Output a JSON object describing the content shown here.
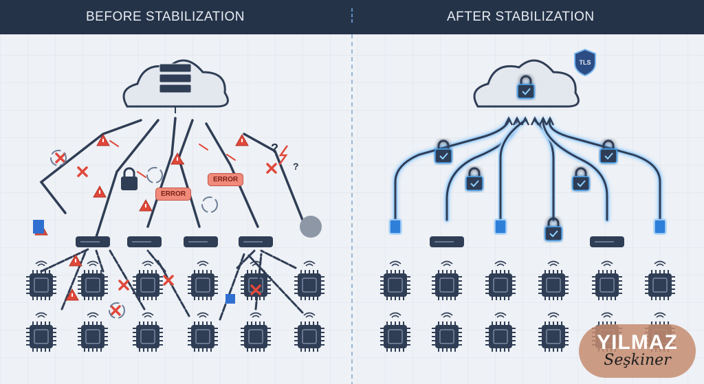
{
  "header": {
    "left_title": "BEFORE STABILIZATION",
    "right_title": "AFTER STABILIZATION"
  },
  "before": {
    "error_labels": [
      "ERROR",
      "ERROR"
    ],
    "question_marks": [
      "?",
      "?"
    ]
  },
  "after": {
    "shield_label": "TLS"
  },
  "watermark": {
    "line1": "YILMAZ",
    "line2": "Seşkiner"
  },
  "colors": {
    "header": "#253349",
    "node": "#2f3d55",
    "error": "#e0483a",
    "glow": "#4aa3f0"
  }
}
